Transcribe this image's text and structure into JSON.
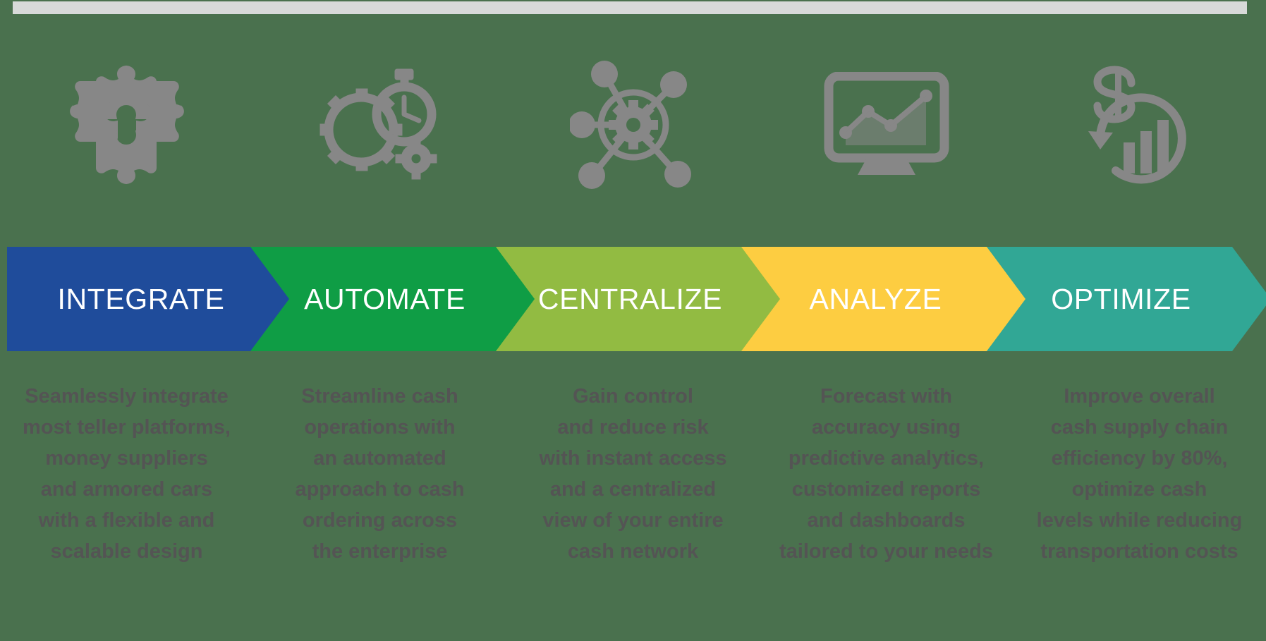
{
  "top_bar": {
    "name": "top-gray-bar",
    "color": "#d8dad9"
  },
  "background_color": "#4a714e",
  "stages": [
    {
      "label": "INTEGRATE",
      "color": "#1f4c9b",
      "icon": "puzzle-pieces-icon",
      "description_lines": [
        "Seamlessly integrate",
        "most teller platforms,",
        "money suppliers",
        "and armored cars",
        "with a flexible and",
        "scalable design"
      ]
    },
    {
      "label": "AUTOMATE",
      "color": "#0f9d45",
      "icon": "gears-stopwatch-icon",
      "description_lines": [
        "Streamline cash",
        "operations with",
        "an automated",
        "approach to cash",
        "ordering across",
        "the enterprise"
      ]
    },
    {
      "label": "CENTRALIZE",
      "color": "#92bb42",
      "icon": "network-gear-icon",
      "description_lines": [
        "Gain control",
        "and reduce risk",
        "with instant access",
        "and a centralized",
        "view of your entire",
        "cash network"
      ]
    },
    {
      "label": "ANALYZE",
      "color": "#fdcd41",
      "icon": "monitor-chart-icon",
      "description_lines": [
        "Forecast with",
        "accuracy using",
        "predictive analytics,",
        "customized reports",
        "and dashboards",
        "tailored to your needs"
      ]
    },
    {
      "label": "OPTIMIZE",
      "color": "#31a795",
      "icon": "dollar-bar-chart-icon",
      "description_lines": [
        "Improve overall",
        "cash supply chain",
        "efficiency by 80%,",
        "optimize cash",
        "levels while reducing",
        "transportation costs"
      ]
    }
  ],
  "icon_color": "#878787",
  "label_color": "#ffffff",
  "description_color": "#545454"
}
